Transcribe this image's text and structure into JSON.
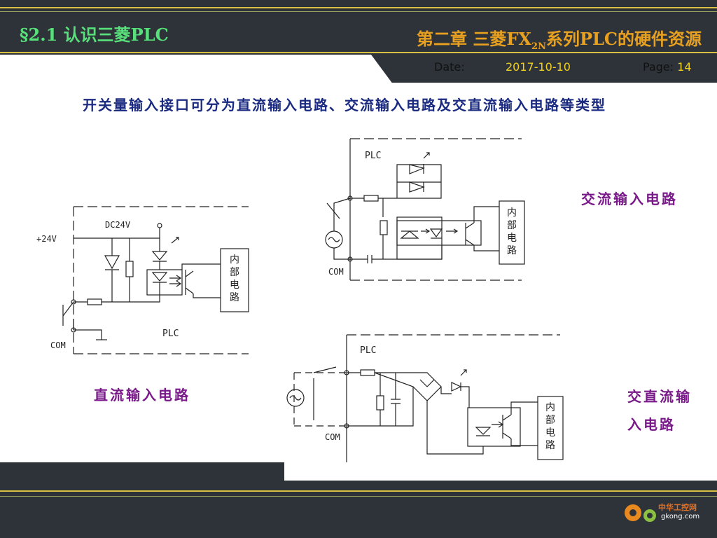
{
  "header": {
    "section": "§2.1  认识三菱PLC",
    "chapter_pre": "第二章  三菱FX",
    "chapter_sub": "2N",
    "chapter_post": "系列PLC的硬件资源",
    "date_label": "Date:",
    "date_value": "2017-10-10",
    "page_label": "Page: ",
    "page_value": "14"
  },
  "main": {
    "heading": "开关量输入接口可分为直流输入电路、交流输入电路及交直流输入电路等类型",
    "label_dc": "直流输入电路",
    "label_ac": "交流输入电路",
    "label_acdc_1": "交直流输",
    "label_acdc_2": "入电路"
  },
  "diagrams": {
    "dc": {
      "voltage": "+24V",
      "supply": "DC24V",
      "plc": "PLC",
      "com": "COM",
      "internal": [
        "内",
        "部",
        "电",
        "路"
      ]
    },
    "ac": {
      "plc": "PLC",
      "com": "COM",
      "internal": [
        "内",
        "部",
        "电",
        "路"
      ]
    },
    "acdc": {
      "plc": "PLC",
      "com": "COM",
      "internal": [
        "内",
        "部",
        "电",
        "路"
      ]
    }
  },
  "footer": {
    "logo_text": "中华工控网",
    "logo_url": "gkong.com"
  },
  "colors": {
    "band": "#2e3339",
    "accent_gold": "#d8c040",
    "section_green": "#58e07a",
    "chapter_orange": "#e8a020",
    "label_purple": "#7a1a8a",
    "heading_blue": "#1a2a80"
  }
}
